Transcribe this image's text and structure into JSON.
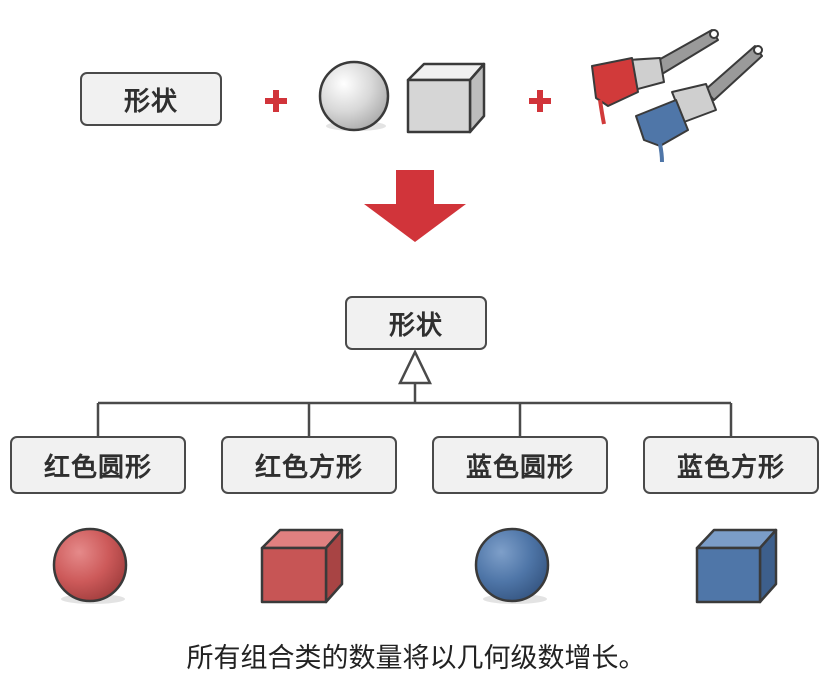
{
  "top_row": {
    "shape_label": "形状",
    "plus_sign": "+"
  },
  "hierarchy": {
    "parent_label": "形状",
    "children": [
      {
        "label": "红色圆形",
        "color": "red",
        "shape": "sphere"
      },
      {
        "label": "红色方形",
        "color": "red",
        "shape": "cube"
      },
      {
        "label": "蓝色圆形",
        "color": "blue",
        "shape": "sphere"
      },
      {
        "label": "蓝色方形",
        "color": "blue",
        "shape": "cube"
      }
    ]
  },
  "caption": "所有组合类的数量将以几何级数增长。",
  "colors": {
    "red": "#cd5a5a",
    "blue": "#4f76a8",
    "arrow_red": "#d1343a",
    "gray_fill": "#dcdcdc",
    "outline": "#3a3a3a"
  },
  "icons": [
    "gray-sphere-icon",
    "gray-cube-icon",
    "red-brush-icon",
    "blue-brush-icon",
    "down-arrow-icon"
  ]
}
